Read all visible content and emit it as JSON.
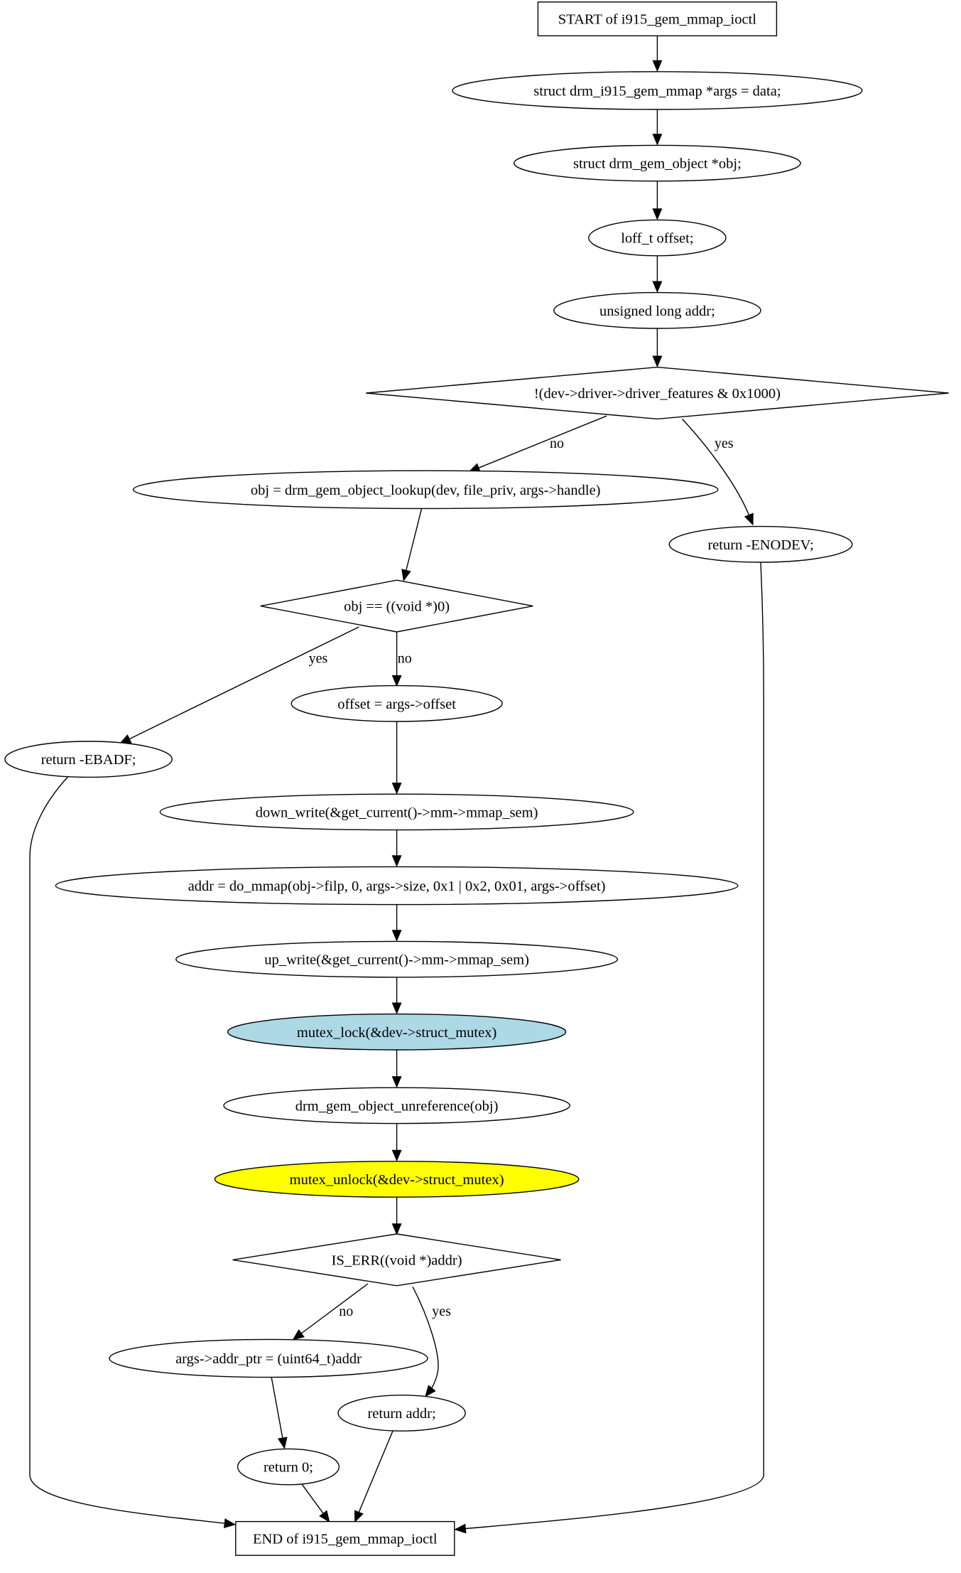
{
  "nodes": {
    "start": {
      "label": "START of i915_gem_mmap_ioctl",
      "shape": "box",
      "fill": "#ffffff"
    },
    "decl_args": {
      "label": "struct drm_i915_gem_mmap *args = data;",
      "shape": "ellipse",
      "fill": "#ffffff"
    },
    "decl_obj": {
      "label": "struct drm_gem_object *obj;",
      "shape": "ellipse",
      "fill": "#ffffff"
    },
    "decl_offset": {
      "label": "loff_t offset;",
      "shape": "ellipse",
      "fill": "#ffffff"
    },
    "decl_addr": {
      "label": "unsigned long addr;",
      "shape": "ellipse",
      "fill": "#ffffff"
    },
    "cond_features": {
      "label": "!(dev->driver->driver_features & 0x1000)",
      "shape": "diamond",
      "fill": "#ffffff"
    },
    "lookup": {
      "label": "obj = drm_gem_object_lookup(dev, file_priv, args->handle)",
      "shape": "ellipse",
      "fill": "#ffffff"
    },
    "ret_enodev": {
      "label": "return -ENODEV;",
      "shape": "ellipse",
      "fill": "#ffffff"
    },
    "cond_null": {
      "label": "obj == ((void *)0)",
      "shape": "diamond",
      "fill": "#ffffff"
    },
    "ret_ebadf": {
      "label": "return -EBADF;",
      "shape": "ellipse",
      "fill": "#ffffff"
    },
    "set_offset": {
      "label": "offset = args->offset",
      "shape": "ellipse",
      "fill": "#ffffff"
    },
    "down_write": {
      "label": "down_write(&get_current()->mm->mmap_sem)",
      "shape": "ellipse",
      "fill": "#ffffff"
    },
    "do_mmap": {
      "label": "addr = do_mmap(obj->filp, 0, args->size, 0x1 | 0x2, 0x01, args->offset)",
      "shape": "ellipse",
      "fill": "#ffffff"
    },
    "up_write": {
      "label": "up_write(&get_current()->mm->mmap_sem)",
      "shape": "ellipse",
      "fill": "#ffffff"
    },
    "mutex_lock": {
      "label": "mutex_lock(&dev->struct_mutex)",
      "shape": "ellipse",
      "fill": "#add8e6"
    },
    "unreference": {
      "label": "drm_gem_object_unreference(obj)",
      "shape": "ellipse",
      "fill": "#ffffff"
    },
    "mutex_unlock": {
      "label": "mutex_unlock(&dev->struct_mutex)",
      "shape": "ellipse",
      "fill": "#ffff00"
    },
    "cond_iserr": {
      "label": "IS_ERR((void *)addr)",
      "shape": "diamond",
      "fill": "#ffffff"
    },
    "set_addr_ptr": {
      "label": "args->addr_ptr = (uint64_t)addr",
      "shape": "ellipse",
      "fill": "#ffffff"
    },
    "ret_addr": {
      "label": "return addr;",
      "shape": "ellipse",
      "fill": "#ffffff"
    },
    "ret_zero": {
      "label": "return 0;",
      "shape": "ellipse",
      "fill": "#ffffff"
    },
    "end": {
      "label": "END of i915_gem_mmap_ioctl",
      "shape": "box",
      "fill": "#ffffff"
    }
  },
  "edges": [
    {
      "from": "start",
      "to": "decl_args",
      "label": ""
    },
    {
      "from": "decl_args",
      "to": "decl_obj",
      "label": ""
    },
    {
      "from": "decl_obj",
      "to": "decl_offset",
      "label": ""
    },
    {
      "from": "decl_offset",
      "to": "decl_addr",
      "label": ""
    },
    {
      "from": "decl_addr",
      "to": "cond_features",
      "label": ""
    },
    {
      "from": "cond_features",
      "to": "lookup",
      "label": "no"
    },
    {
      "from": "cond_features",
      "to": "ret_enodev",
      "label": "yes"
    },
    {
      "from": "lookup",
      "to": "cond_null",
      "label": ""
    },
    {
      "from": "cond_null",
      "to": "ret_ebadf",
      "label": "yes"
    },
    {
      "from": "cond_null",
      "to": "set_offset",
      "label": "no"
    },
    {
      "from": "set_offset",
      "to": "down_write",
      "label": ""
    },
    {
      "from": "down_write",
      "to": "do_mmap",
      "label": ""
    },
    {
      "from": "do_mmap",
      "to": "up_write",
      "label": ""
    },
    {
      "from": "up_write",
      "to": "mutex_lock",
      "label": ""
    },
    {
      "from": "mutex_lock",
      "to": "unreference",
      "label": ""
    },
    {
      "from": "unreference",
      "to": "mutex_unlock",
      "label": ""
    },
    {
      "from": "mutex_unlock",
      "to": "cond_iserr",
      "label": ""
    },
    {
      "from": "cond_iserr",
      "to": "set_addr_ptr",
      "label": "no"
    },
    {
      "from": "cond_iserr",
      "to": "ret_addr",
      "label": "yes"
    },
    {
      "from": "set_addr_ptr",
      "to": "ret_zero",
      "label": ""
    },
    {
      "from": "ret_zero",
      "to": "end",
      "label": ""
    },
    {
      "from": "ret_addr",
      "to": "end",
      "label": ""
    },
    {
      "from": "ret_ebadf",
      "to": "end",
      "label": ""
    },
    {
      "from": "ret_enodev",
      "to": "end",
      "label": ""
    }
  ]
}
